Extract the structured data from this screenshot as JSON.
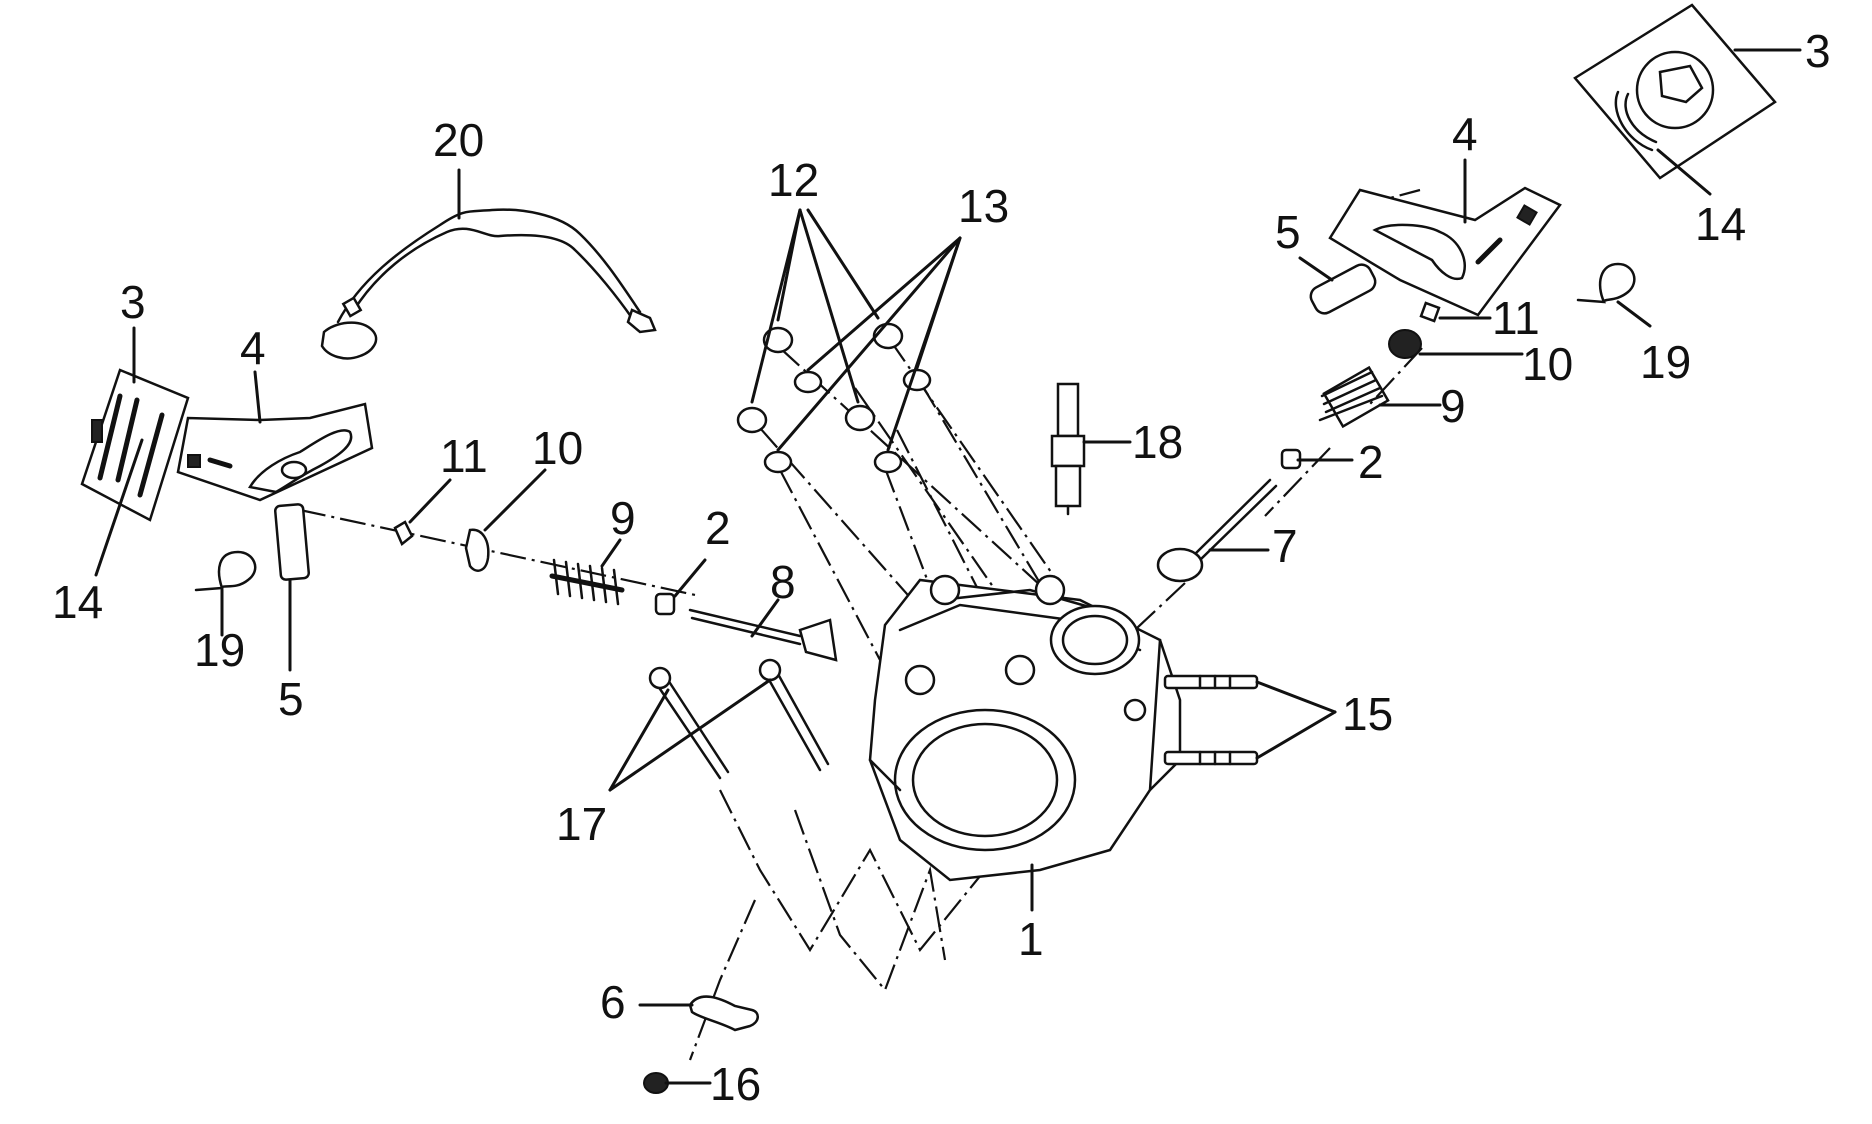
{
  "callouts": {
    "c1": "1",
    "c2a": "2",
    "c2b": "2",
    "c3a": "3",
    "c3b": "3",
    "c4a": "4",
    "c4b": "4",
    "c5a": "5",
    "c5b": "5",
    "c6": "6",
    "c7": "7",
    "c8": "8",
    "c9a": "9",
    "c9b": "9",
    "c10a": "10",
    "c10b": "10",
    "c11a": "11",
    "c11b": "11",
    "c12": "12",
    "c13": "13",
    "c14a": "14",
    "c14b": "14",
    "c15": "15",
    "c16": "16",
    "c17": "17",
    "c18": "18",
    "c19a": "19",
    "c19b": "19",
    "c20": "20"
  }
}
